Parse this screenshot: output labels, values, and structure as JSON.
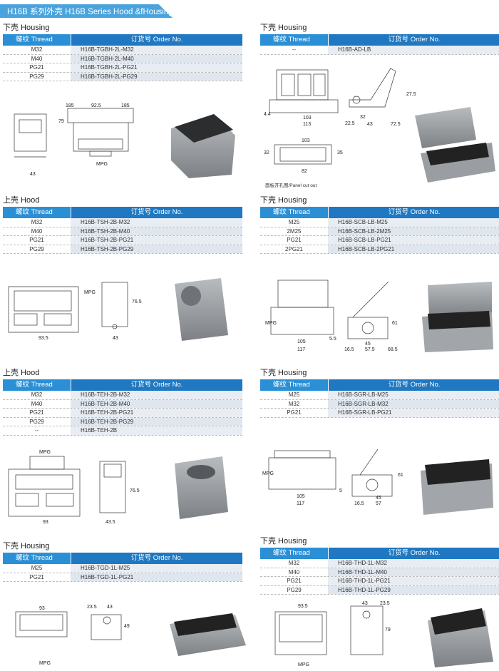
{
  "banner": {
    "title": "H16B 系列外壳  H16B Series Hood &fHousing"
  },
  "header_labels": {
    "thread": "螺纹 Thread",
    "order": "订货号 Order No."
  },
  "panels": [
    {
      "title": "下壳 Housing",
      "rows": [
        [
          "M32",
          "H16B-TGBH-2L-M32"
        ],
        [
          "M40",
          "H16B-TGBH-2L-M40"
        ],
        [
          "PG21",
          "H16B-TGBH-2L-PG21"
        ],
        [
          "PG29",
          "H16B-TGBH-2L-PG29"
        ]
      ],
      "dims": [
        "185",
        "92.5",
        "185",
        "79",
        "43",
        "MPG"
      ]
    },
    {
      "title": "下壳 Housing",
      "rows": [
        [
          "--",
          "H16B-AD-LB"
        ]
      ],
      "dims": [
        "4.4",
        "103",
        "113",
        "27.5",
        "32",
        "22.5",
        "43",
        "72.5",
        "103",
        "32",
        "35",
        "82"
      ],
      "note": "面板开孔图/Panel cut out"
    },
    {
      "title": "上壳 Hood",
      "rows": [
        [
          "M32",
          "H16B-TSH-2B-M32"
        ],
        [
          "M40",
          "H16B-TSH-2B-M40"
        ],
        [
          "PG21",
          "H16B-TSH-2B-PG21"
        ],
        [
          "PG29",
          "H16B-TSH-2B-PG29"
        ]
      ],
      "dims": [
        "MPG",
        "93.5",
        "76.5",
        "43"
      ]
    },
    {
      "title": "下壳 Housing",
      "rows": [
        [
          "M25",
          "H16B-SCB-LB-M25"
        ],
        [
          "2M25",
          "H16B-SCB-LB-2M25"
        ],
        [
          "PG21",
          "H16B-SCB-LB-PG21"
        ],
        [
          "2PG21",
          "H16B-SCB-LB-2PG21"
        ]
      ],
      "dims": [
        "MPG",
        "5.5",
        "105",
        "117",
        "61",
        "45",
        "16.5",
        "57.5",
        "68.5"
      ]
    },
    {
      "title": "上壳 Hood",
      "rows": [
        [
          "M32",
          "H16B-TEH-2B-M32"
        ],
        [
          "M40",
          "H16B-TEH-2B-M40"
        ],
        [
          "PG21",
          "H16B-TEH-2B-PG21"
        ],
        [
          "PG29",
          "H16B-TEH-2B-PG29"
        ],
        [
          "--",
          "H16B-TEH-2B"
        ]
      ],
      "dims": [
        "MPG",
        "93",
        "76.5",
        "43.5"
      ]
    },
    {
      "title": "下壳 Housing",
      "rows": [
        [
          "M25",
          "H16B-SGR-LB-M25"
        ],
        [
          "M32",
          "H16B-SGR-LB-M32"
        ],
        [
          "PG21",
          "H16B-SGR-LB-PG21"
        ]
      ],
      "dims": [
        "MPG",
        "5",
        "105",
        "117",
        "61",
        "45",
        "16.5",
        "57"
      ]
    },
    {
      "title": "下壳 Housing",
      "rows": [
        [
          "M25",
          "H16B-TGD-1L-M25"
        ],
        [
          "PG21",
          "H16B-TGD-1L-PG21"
        ]
      ],
      "dims": [
        "93",
        "23.5",
        "43",
        "49",
        "MPG"
      ]
    },
    {
      "title": "下壳 Housing",
      "rows": [
        [
          "M32",
          "H16B-THD-1L-M32"
        ],
        [
          "M40",
          "H16B-THD-1L-M40"
        ],
        [
          "PG21",
          "H16B-THD-1L-PG21"
        ],
        [
          "PG29",
          "H16B-THD-1L-PG29"
        ]
      ],
      "dims": [
        "93.5",
        "43",
        "23.5",
        "79",
        "MPG"
      ]
    }
  ]
}
